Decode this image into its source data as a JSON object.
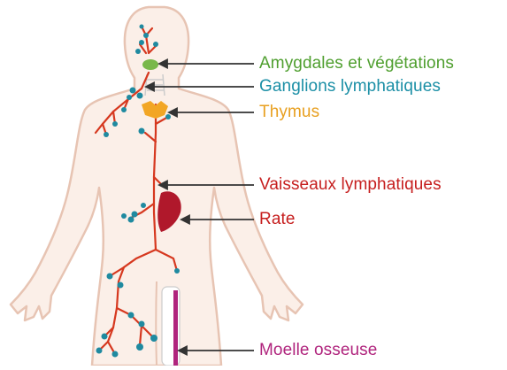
{
  "colors": {
    "green": "#4f9f2f",
    "teal": "#1b8fa6",
    "orange": "#e8a021",
    "red": "#c61e1e",
    "magenta": "#b0247d",
    "body_fill": "#fbefe8",
    "body_outline": "#e7c4b3",
    "vessel": "#d6381f",
    "node": "#1f8aa0",
    "spleen": "#b0182b"
  },
  "labels": {
    "amygdales": "Amygdales et végétations",
    "ganglions": "Ganglions lymphatiques",
    "thymus": "Thymus",
    "vaisseaux": "Vaisseaux lymphatiques",
    "rate": "Rate",
    "moelle": "Moelle osseuse"
  }
}
